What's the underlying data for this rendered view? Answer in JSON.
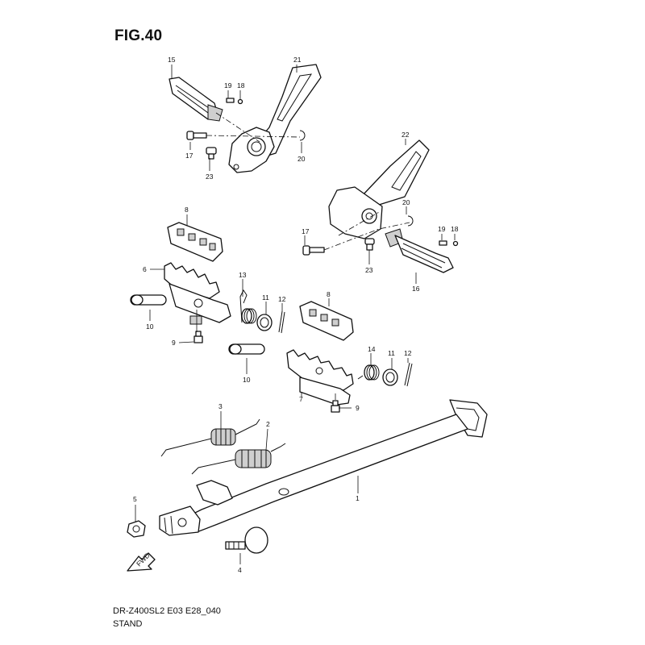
{
  "figure": {
    "title": "FIG.40",
    "model_code": "DR-Z400SL2 E03 E28_040",
    "section": "STAND"
  },
  "callouts": [
    {
      "id": "15",
      "label": "15"
    },
    {
      "id": "21",
      "label": "21"
    },
    {
      "id": "19a",
      "label": "19"
    },
    {
      "id": "18a",
      "label": "18"
    },
    {
      "id": "17a",
      "label": "17"
    },
    {
      "id": "23a",
      "label": "23"
    },
    {
      "id": "20a",
      "label": "20"
    },
    {
      "id": "22",
      "label": "22"
    },
    {
      "id": "20b",
      "label": "20"
    },
    {
      "id": "19b",
      "label": "19"
    },
    {
      "id": "18b",
      "label": "18"
    },
    {
      "id": "17b",
      "label": "17"
    },
    {
      "id": "23b",
      "label": "23"
    },
    {
      "id": "16",
      "label": "16"
    },
    {
      "id": "8a",
      "label": "8"
    },
    {
      "id": "6",
      "label": "6"
    },
    {
      "id": "13",
      "label": "13"
    },
    {
      "id": "11a",
      "label": "11"
    },
    {
      "id": "12a",
      "label": "12"
    },
    {
      "id": "10a",
      "label": "10"
    },
    {
      "id": "9a",
      "label": "9"
    },
    {
      "id": "8b",
      "label": "8"
    },
    {
      "id": "10b",
      "label": "10"
    },
    {
      "id": "14",
      "label": "14"
    },
    {
      "id": "11b",
      "label": "11"
    },
    {
      "id": "12b",
      "label": "12"
    },
    {
      "id": "7",
      "label": "7"
    },
    {
      "id": "9b",
      "label": "9"
    },
    {
      "id": "3",
      "label": "3"
    },
    {
      "id": "2",
      "label": "2"
    },
    {
      "id": "1",
      "label": "1"
    },
    {
      "id": "5",
      "label": "5"
    },
    {
      "id": "4",
      "label": "4"
    }
  ],
  "fwd_arrow_label": "FWD"
}
